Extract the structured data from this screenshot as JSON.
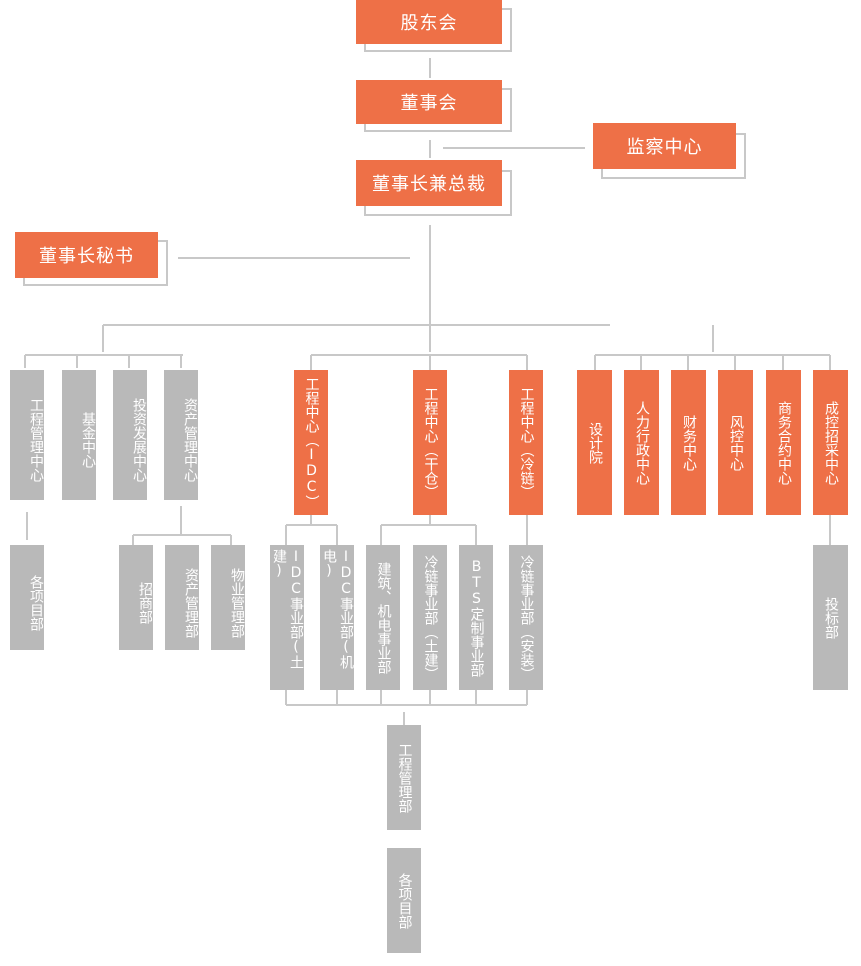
{
  "top": {
    "shareholders": "股东会",
    "board": "董事会",
    "supervision": "监察中心",
    "chairman_ceo": "董事长兼总裁",
    "chairman_secretary": "董事长秘书"
  },
  "left_group": {
    "centers": [
      "工程管理中心",
      "基金中心",
      "投资发展中心",
      "资产管理中心"
    ],
    "engineering_sub": "各项目部",
    "asset_subs": [
      "招商部",
      "资产管理部",
      "物业管理部"
    ]
  },
  "middle_group": {
    "centers": [
      "工程中心（IDC）",
      "工程中心（干仓）",
      "工程中心（冷链）"
    ],
    "idc_subs": [
      "IDC事业部(土建)",
      "IDC事业部(机电)"
    ],
    "dry_subs": [
      "建筑、机电事业部",
      "冷链事业部（土建）",
      "BTS定制事业部"
    ],
    "cold_subs": [
      "冷链事业部（安装）"
    ],
    "shared_mgmt": "工程管理部",
    "shared_projects": "各项目部"
  },
  "right_group": {
    "centers": [
      "设计院",
      "人力行政中心",
      "财务中心",
      "风控中心",
      "商务合约中心",
      "成控招采中心"
    ],
    "procurement_sub": "投标部"
  },
  "colors": {
    "primary": "#ee7047",
    "secondary": "#b9b9b9",
    "line": "#c8c8c8"
  }
}
